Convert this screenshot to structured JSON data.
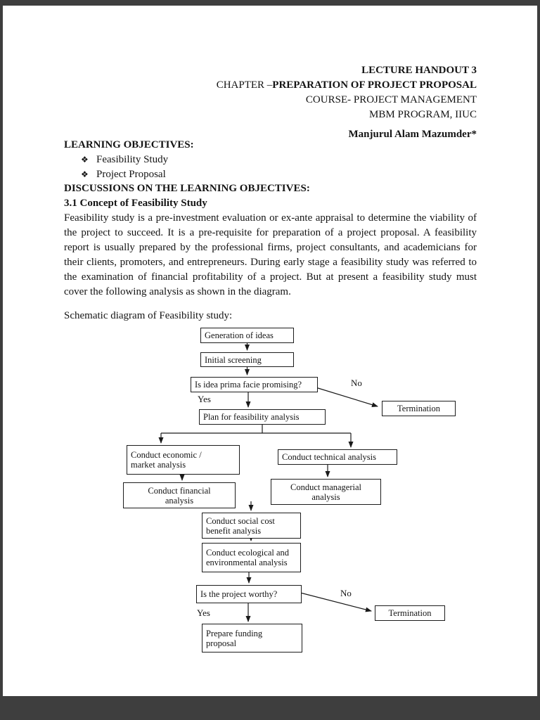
{
  "header": {
    "line1": "LECTURE HANDOUT 3",
    "line2_regular": "CHAPTER –",
    "line2_bold": "PREPARATION OF PROJECT PROPOSAL",
    "line3": "COURSE- PROJECT MANAGEMENT",
    "line4": "MBM PROGRAM, IIUC",
    "author": "Manjurul Alam Mazumder*"
  },
  "objectives": {
    "heading": "LEARNING OBJECTIVES:",
    "bullet": "❖",
    "items": [
      "Feasibility Study",
      "Project Proposal"
    ]
  },
  "body": {
    "heading": "DISCUSSIONS ON THE LEARNING OBJECTIVES:",
    "subheading": "3.1 Concept of Feasibility Study",
    "paragraph": "Feasibility study is a pre-investment evaluation or ex-ante appraisal to determine the viability of the project to succeed. It is a pre-requisite for preparation of a project proposal. A feasibility report is usually prepared by the professional firms, project consultants, and academicians for their clients, promoters, and entrepreneurs. During early stage a feasibility study was referred to the examination of financial profitability of a project. But at present a feasibility study must cover the following analysis as shown in the diagram.",
    "caption": "Schematic diagram of Feasibility study:"
  },
  "flowchart": {
    "nodes": {
      "generation": "Generation of ideas",
      "screening": "Initial screening",
      "prima_facie": "Is idea prima facie promising?",
      "termination_top": "Termination",
      "plan": "Plan for feasibility analysis",
      "economic": "Conduct economic /\nmarket analysis",
      "technical": "Conduct technical analysis",
      "financial": "Conduct financial\nanalysis",
      "managerial": "Conduct managerial\nanalysis",
      "social": "Conduct social cost\nbenefit analysis",
      "ecological": "Conduct ecological and\nenvironmental analysis",
      "worthy": "Is the project worthy?",
      "termination_bottom": "Termination",
      "funding": "Prepare funding\nproposal"
    },
    "branch_labels": {
      "no_top": "No",
      "yes_top": "Yes",
      "no_bottom": "No",
      "yes_bottom": "Yes"
    }
  }
}
